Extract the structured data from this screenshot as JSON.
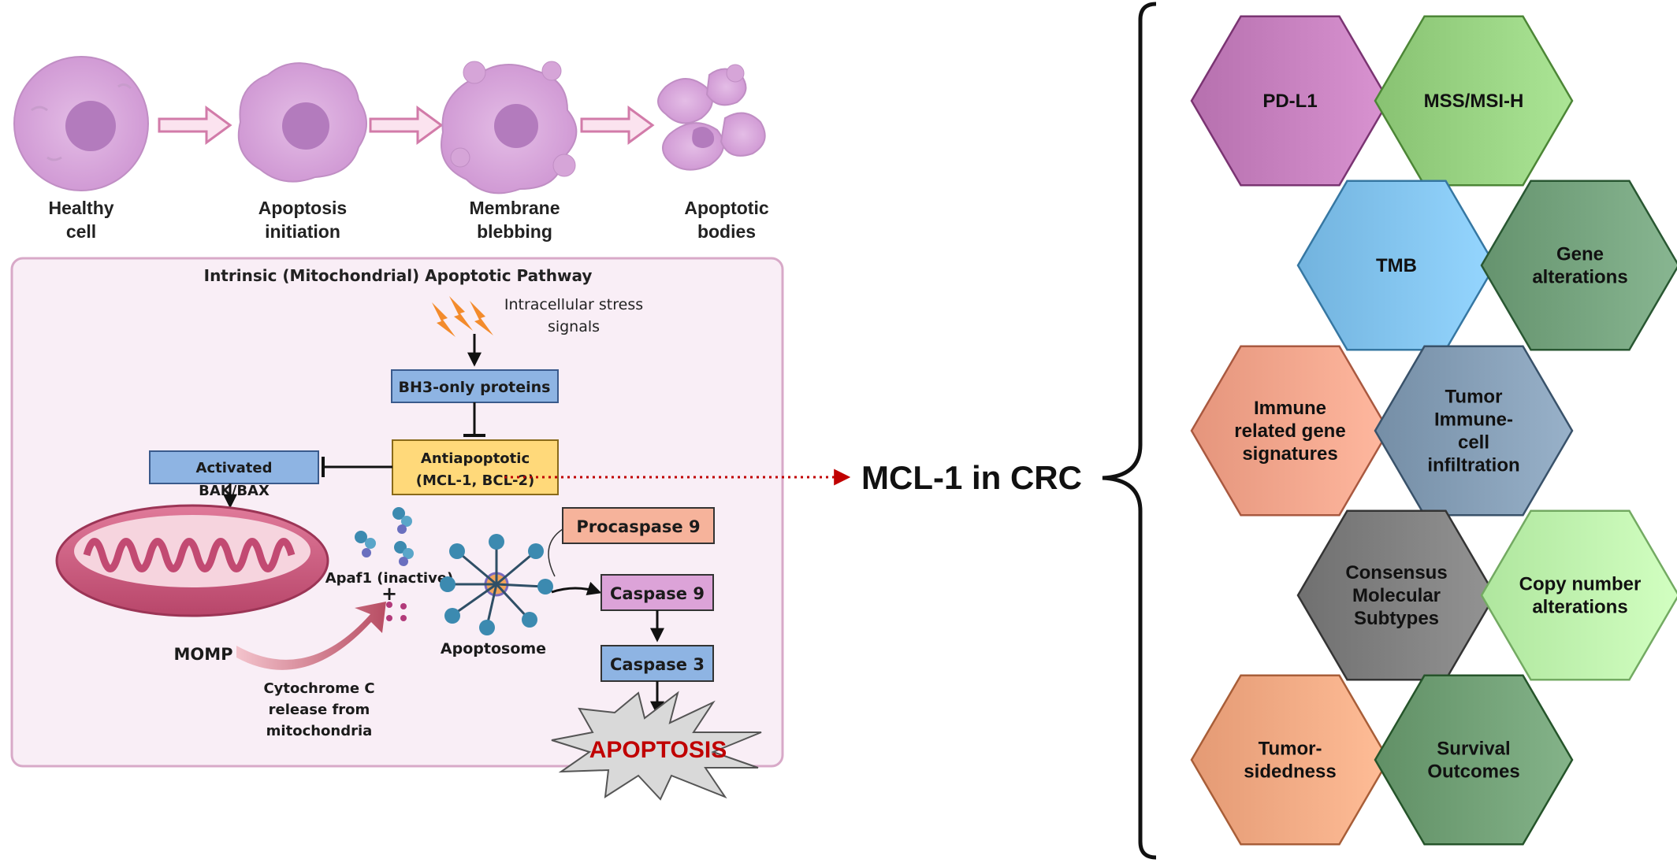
{
  "stages": [
    {
      "line1": "Healthy",
      "line2": "cell"
    },
    {
      "line1": "Apoptosis",
      "line2": "initiation"
    },
    {
      "line1": "Membrane",
      "line2": "blebbing"
    },
    {
      "line1": "Apoptotic",
      "line2": "bodies"
    }
  ],
  "pathway": {
    "title": "Intrinsic (Mitochondrial) Apoptotic Pathway",
    "stress_line1": "Intracellular stress",
    "stress_line2": "signals",
    "bh3": "BH3-only proteins",
    "anti_line1": "Antiapoptotic",
    "anti_line2": "(MCL-1, BCL-2)",
    "bak_line1": "Activated",
    "bak_line2": "BAK/BAX",
    "apaf": "Apaf1 (inactive)",
    "plus": "+",
    "apoptosome": "Apoptosome",
    "procaspase9": "Procaspase 9",
    "caspase9": "Caspase 9",
    "caspase3": "Caspase 3",
    "momp": "MOMP",
    "cyto_line1": "Cytochrome C",
    "cyto_line2": "release from",
    "cyto_line3": "mitochondria",
    "apoptosis": "APOPTOSIS"
  },
  "center_label": "MCL-1 in CRC",
  "hexagons": [
    {
      "lines": [
        "PD-L1"
      ],
      "color": "#c07ab8"
    },
    {
      "lines": [
        "MSS/MSI-H"
      ],
      "color": "#92cc7c"
    },
    {
      "lines": [
        "TMB"
      ],
      "color": "#7cbde8"
    },
    {
      "lines": [
        "Gene",
        "alterations"
      ],
      "color": "#6f9d78"
    },
    {
      "lines": [
        "Immune",
        "related gene",
        "signatures"
      ],
      "color": "#ef9f86"
    },
    {
      "lines": [
        "Tumor",
        "Immune-",
        "cell",
        "infiltration"
      ],
      "color": "#7f98b0"
    },
    {
      "lines": [
        "Consensus",
        "Molecular",
        "Subtypes"
      ],
      "color": "#7a7a7a"
    },
    {
      "lines": [
        "Copy number",
        "alterations"
      ],
      "color": "#b9f0a8"
    },
    {
      "lines": [
        "Tumor-",
        "sidedness"
      ],
      "color": "#eea47e"
    },
    {
      "lines": [
        "Survival",
        "Outcomes"
      ],
      "color": "#6b9a70"
    }
  ],
  "colors": {
    "cell_fill": "#d9a7dc",
    "cell_nucleus": "#b07bb8",
    "pathway_bg": "#f9eef6",
    "pathway_border": "#d8a9c8",
    "box_blue": "#8eb4e3",
    "box_yellow": "#ffd97a",
    "box_salmon": "#f6b39b",
    "box_pink": "#dca3d8",
    "dotted_red": "#c00000",
    "apoptosis_red": "#c00000"
  }
}
